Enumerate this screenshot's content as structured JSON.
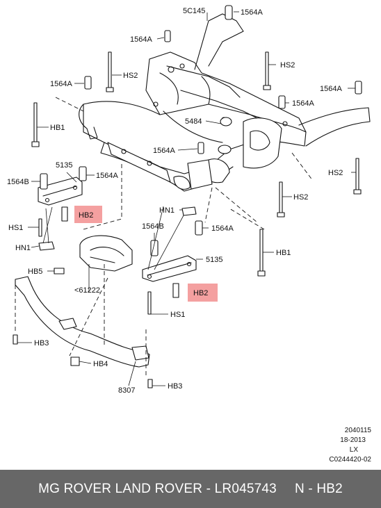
{
  "labels": {
    "c5c145": "5C145",
    "c1564a_top": "1564A",
    "c1564a_1": "1564A",
    "c1564a_2": "1564A",
    "c1564a_3": "1564A",
    "c1564a_4": "1564A",
    "c1564a_5": "1564A",
    "c1564a_6": "1564A",
    "c1564a_7": "1564A",
    "hs2_1": "HS2",
    "hs2_2": "HS2",
    "hs2_3": "HS2",
    "hs2_4": "HS2",
    "hb1_1": "HB1",
    "hb1_2": "HB1",
    "c5484": "5484",
    "c5135_1": "5135",
    "c5135_2": "5135",
    "c1564b_1": "1564B",
    "c1564b_2": "1564B",
    "hb2_1": "HB2",
    "hb2_2": "HB2",
    "hs1_1": "HS1",
    "hs1_2": "HS1",
    "hn1_1": "HN1",
    "hn1_2": "HN1",
    "hb5": "HB5",
    "c61222": "<61222",
    "hb3_1": "HB3",
    "hb3_2": "HB3",
    "hb4": "HB4",
    "c8307": "8307"
  },
  "reference": {
    "line1": "2040115",
    "line2": "18-2013",
    "line3": "LX",
    "line4": "C0244420-02"
  },
  "footer": {
    "text": "MG ROVER LAND ROVER - LR045743",
    "part": "N - HB2"
  },
  "colors": {
    "highlight": "#f4a0a0",
    "footer_bg": "#676767"
  }
}
